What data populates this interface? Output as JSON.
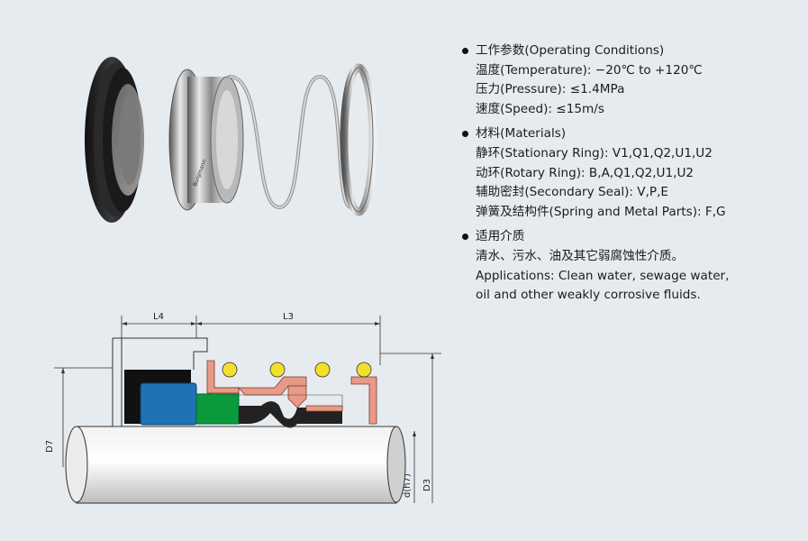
{
  "specs": {
    "operating": {
      "heading": "工作参数(Operating Conditions)",
      "temperature": "温度(Temperature): −20℃ to +120℃",
      "pressure": "压力(Pressure): ≤1.4MPa",
      "speed": "速度(Speed): ≤15m/s"
    },
    "materials": {
      "heading": "材料(Materials)",
      "stationary_ring": "静环(Stationary Ring): V1,Q1,Q2,U1,U2",
      "rotary_ring": "动环(Rotary Ring): B,A,Q1,Q2,U1,U2",
      "secondary_seal": "辅助密封(Secondary Seal): V,P,E",
      "spring_metal": "弹簧及结构件(Spring and Metal Parts): F,G"
    },
    "applications": {
      "heading": "适用介质",
      "chinese": "清水、污水、油及其它弱腐蚀性介质。",
      "english_line1": "Applications: Clean water, sewage water,",
      "english_line2": "oil and other weakly corrosive fluids."
    }
  },
  "drawing": {
    "labels": {
      "l4": "L4",
      "l3": "L3",
      "d7": "D7",
      "dh7": "d(h7)",
      "d3": "D3"
    },
    "colors": {
      "seat": "#1f73b5",
      "o_ring": "#0a9a3c",
      "bellows": "#222222",
      "metal": "#e89a86",
      "spring": "#f3e02a",
      "shaft": "#d8d8d8"
    }
  },
  "photo": {
    "brand_mark": "Burgmann"
  }
}
